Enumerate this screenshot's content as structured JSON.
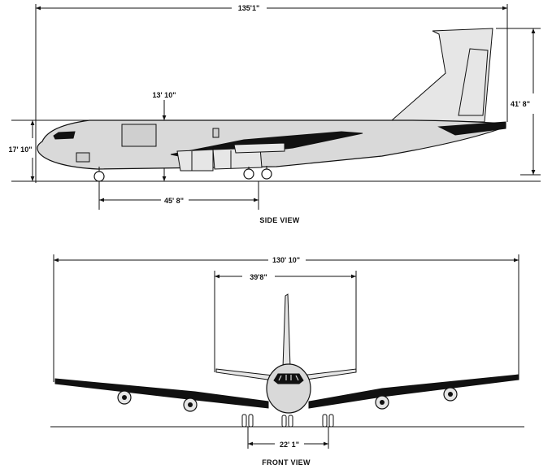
{
  "side_view": {
    "title": "SIDE VIEW",
    "overall_length": "135'1\"",
    "fuselage_height": "13' 10\"",
    "nose_height": "17' 10\"",
    "tail_height": "41' 8\"",
    "wheelbase": "45' 8\""
  },
  "front_view": {
    "title": "FRONT VIEW",
    "wingspan": "130' 10\"",
    "stabilizer_span": "39'8\"",
    "main_gear_track": "22' 1\""
  },
  "colors": {
    "ink": "#111111",
    "fill": "#d9d9d9",
    "background": "#ffffff"
  }
}
